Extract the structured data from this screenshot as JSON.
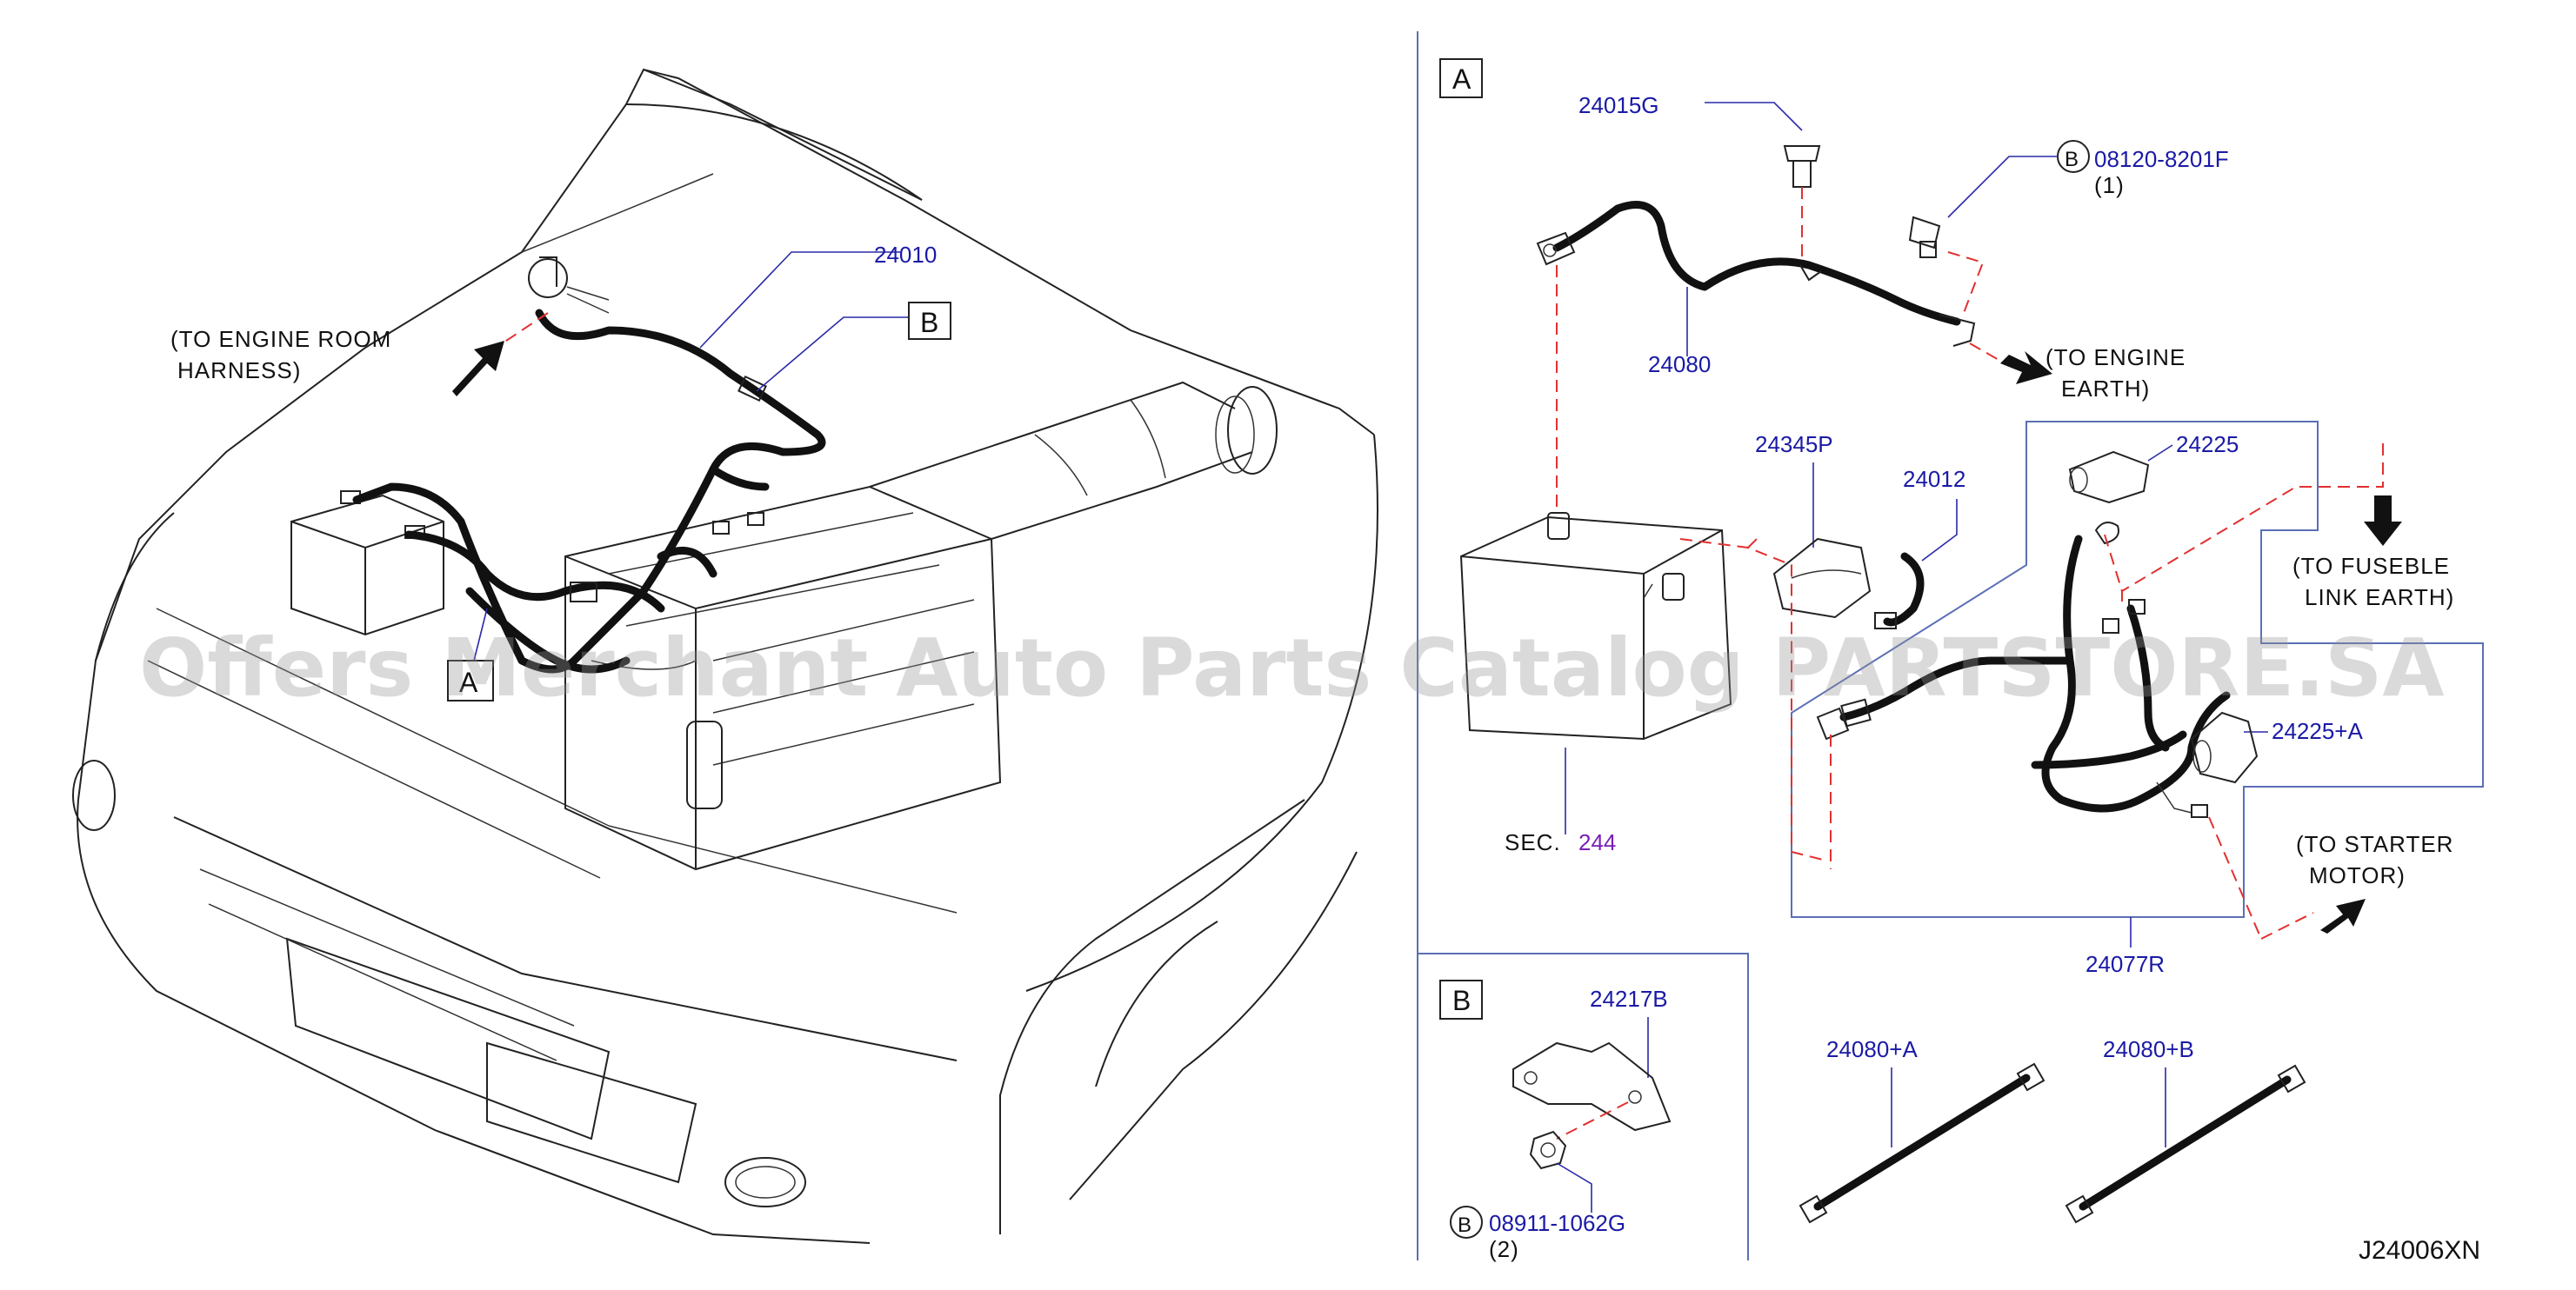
{
  "diagram_code": "J24006XN",
  "watermark": "Offers Merchant Auto Parts Catalog PARTSTORE.SA",
  "section_a": {
    "box_label": "A",
    "parts": {
      "p24015G": "24015G",
      "p08120": "08120-8201F",
      "p08120_qty": "(1)",
      "p08120_ref": "B",
      "p24080": "24080",
      "p24345P": "24345P",
      "p24012": "24012",
      "p24225": "24225",
      "p24225A": "24225+A",
      "p24077R": "24077R",
      "p24080A": "24080+A",
      "p24080B": "24080+B"
    },
    "sec_prefix": "SEC.",
    "sec_number": "244",
    "notes": {
      "engine_earth_1": "(TO ENGINE",
      "engine_earth_2": "EARTH)",
      "fuseble_1": "(TO FUSEBLE",
      "fuseble_2": "LINK EARTH)",
      "starter_1": "(TO STARTER",
      "starter_2": "MOTOR)"
    }
  },
  "section_b": {
    "box_label": "B",
    "parts": {
      "p24217B": "24217B",
      "p08911": "08911-1062G",
      "p08911_qty": "(2)",
      "p08911_ref": "B"
    }
  },
  "overview": {
    "p24010": "24010",
    "callout_b": "B",
    "callout_a": "A",
    "engine_room_1": "(TO ENGINE ROOM",
    "engine_room_2": "HARNESS)"
  }
}
